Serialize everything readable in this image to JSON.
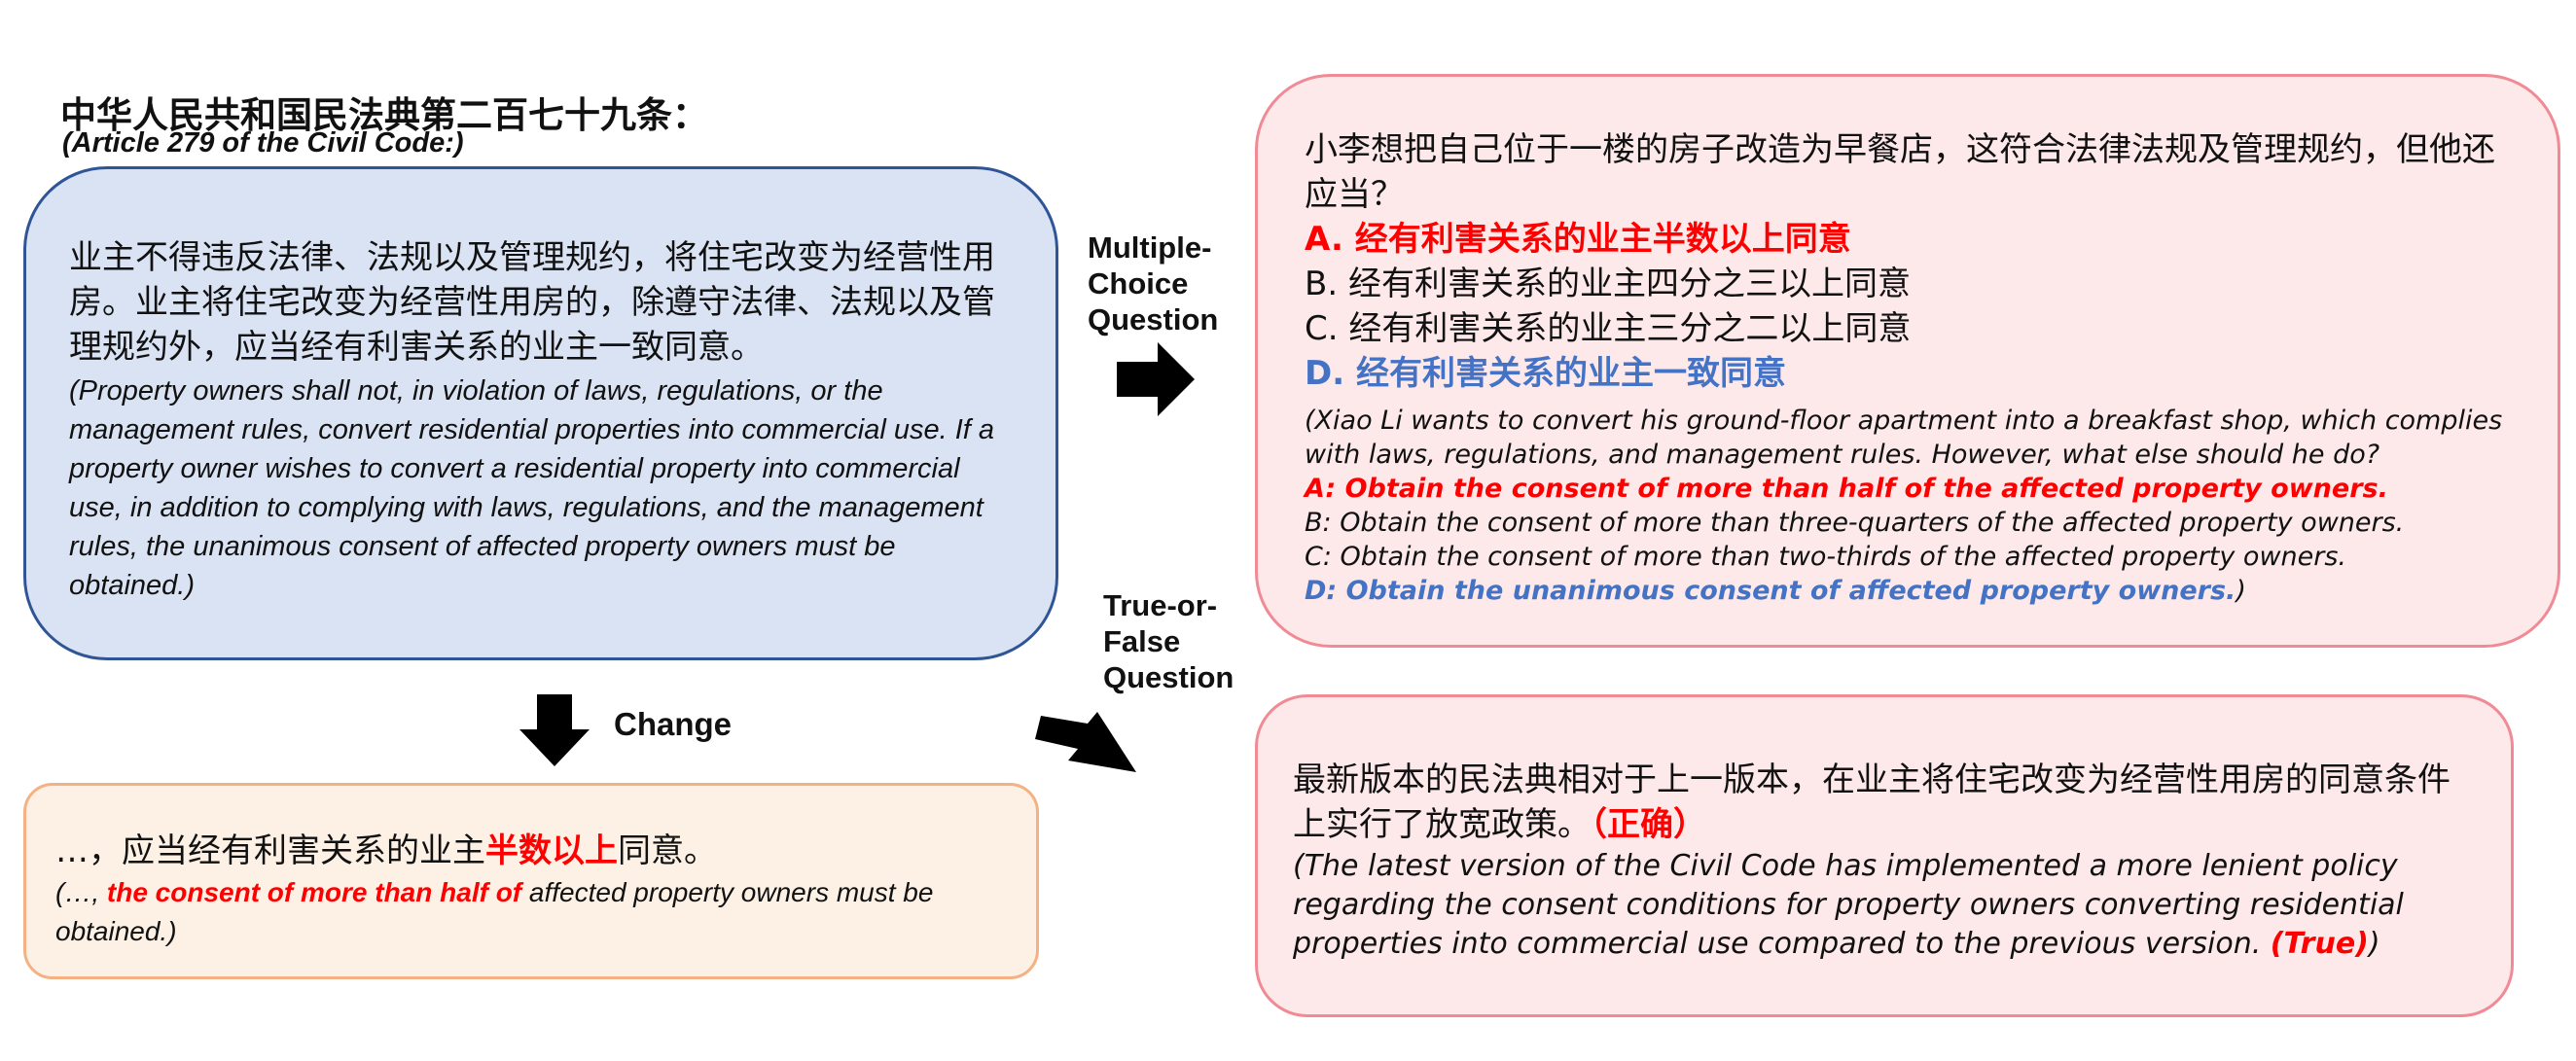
{
  "article": {
    "title_cn": "中华人民共和国民法典第二百七十九条：",
    "title_en": "(Article 279 of the Civil Code:)",
    "text_cn": "业主不得违反法律、法规以及管理规约，将住宅改变为经营性用房。业主将住宅改变为经营性用房的，除遵守法律、法规以及管理规约外，应当经有利害关系的业主一致同意。",
    "text_en": "(Property owners shall not, in violation of laws, regulations, or the management rules, convert residential properties into commercial use. If a property owner wishes to convert a residential property into commercial use, in addition to complying with laws, regulations, and the management rules, the unanimous consent of affected property owners must be obtained.)"
  },
  "change": {
    "label": "Change",
    "cn_prefix": "…，应当经有利害关系的业主",
    "cn_highlight": "半数以上",
    "cn_suffix": "同意。",
    "en_prefix": "(…, ",
    "en_highlight": "the consent of more than half of",
    "en_suffix": " affected property owners must be obtained.)"
  },
  "labels": {
    "mcq": "Multiple-Choice Question",
    "tf": "True-or-False Question"
  },
  "mcq": {
    "question_cn": "小李想把自己位于一楼的房子改造为早餐店，这符合法律法规及管理规约，但他还应当？",
    "option_a_cn": "A. 经有利害关系的业主半数以上同意",
    "option_b_cn": "B. 经有利害关系的业主四分之三以上同意",
    "option_c_cn": "C. 经有利害关系的业主三分之二以上同意",
    "option_d_cn": "D. 经有利害关系的业主一致同意",
    "question_en": "(Xiao Li wants to convert his ground-floor apartment into a breakfast shop, which complies with laws, regulations, and management rules. However, what else should he do?",
    "option_a_en": "A: Obtain the consent of more than half of the affected property owners.",
    "option_b_en": "B: Obtain the consent of more than three-quarters of the affected property owners.",
    "option_c_en": "C: Obtain the consent of more than two-thirds of the affected property owners.",
    "option_d_en": "D: Obtain the unanimous consent of affected property owners.",
    "close_paren": ")"
  },
  "tf": {
    "statement_cn": "最新版本的民法典相对于上一版本，在业主将住宅改变为经营性用房的同意条件上实行了放宽政策。",
    "answer_cn": "（正确）",
    "statement_en": "(The latest version of the Civil Code has implemented a more lenient policy regarding the consent conditions for property owners converting residential properties into commercial use compared to the previous version. ",
    "answer_en": "(True)",
    "close_paren": ")"
  },
  "colors": {
    "article_fill": "#dae3f3",
    "article_border": "#2f5597",
    "change_fill": "#fdf1e6",
    "change_border": "#f4b183",
    "question_fill": "#fde9ea",
    "question_border": "#f08a95",
    "highlight_red": "#ff0000",
    "highlight_blue": "#4472c4"
  }
}
